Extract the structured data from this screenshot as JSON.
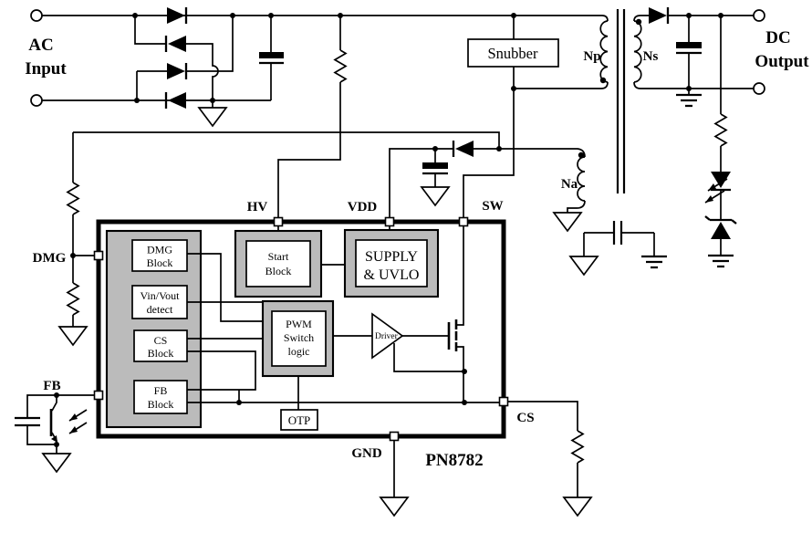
{
  "colors": {
    "line": "#000000",
    "block_fill": "#bbbbbb",
    "background": "#ffffff"
  },
  "labels": {
    "ac_1": "AC",
    "ac_2": "Input",
    "dc_1": "DC",
    "dc_2": "Output",
    "snubber": "Snubber",
    "np": "Np",
    "ns": "Ns",
    "na": "Na",
    "chip": "PN8782"
  },
  "pins": {
    "hv": "HV",
    "vdd": "VDD",
    "sw": "SW",
    "dmg": "DMG",
    "fb": "FB",
    "cs": "CS",
    "gnd": "GND"
  },
  "blocks": {
    "dmg": [
      "DMG",
      "Block"
    ],
    "vinvout": [
      "Vin/Vout",
      "detect"
    ],
    "cs": [
      "CS",
      "Block"
    ],
    "fb": [
      "FB",
      "Block"
    ],
    "start": [
      "Start",
      "Block"
    ],
    "supply": [
      "SUPPLY",
      "& UVLO"
    ],
    "pwm": [
      "PWM",
      "Switch",
      "logic"
    ],
    "otp": "OTP",
    "driver": "Driver"
  }
}
